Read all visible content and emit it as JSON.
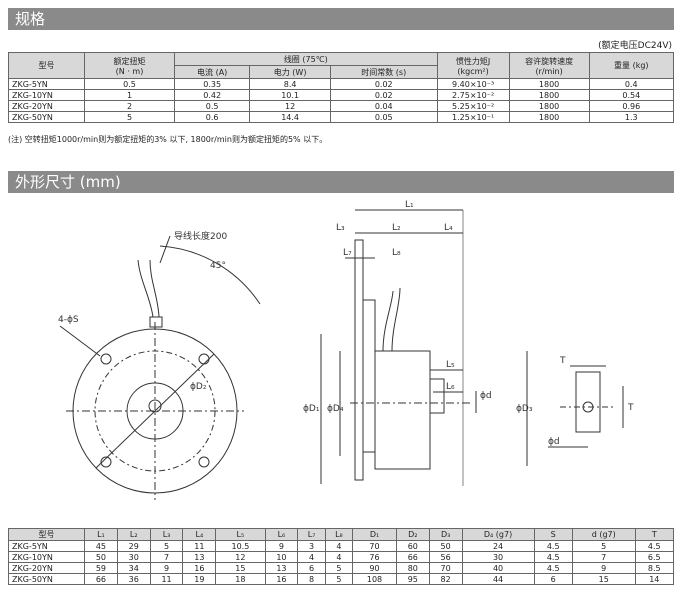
{
  "spec_section": {
    "title": "规格",
    "voltage_note": "(额定电压DC24V)",
    "headers": {
      "model": "型号",
      "torque_1": "额定扭矩",
      "torque_2": "(N · m)",
      "coil": "线圈 (75℃)",
      "current": "电流 (A)",
      "power": "电力 (W)",
      "time_constant": "时间常数 (s)",
      "inertia_1": "惯性力矩J",
      "inertia_2": "(kgcm²)",
      "speed_1": "容许旋转速度",
      "speed_2": "(r/min)",
      "weight": "重量 (kg)"
    },
    "rows": [
      [
        "ZKG-5YN",
        "0.5",
        "0.35",
        "8.4",
        "0.02",
        "9.40×10⁻³",
        "1800",
        "0.4"
      ],
      [
        "ZKG-10YN",
        "1",
        "0.42",
        "10.1",
        "0.02",
        "2.75×10⁻²",
        "1800",
        "0.54"
      ],
      [
        "ZKG-20YN",
        "2",
        "0.5",
        "12",
        "0.04",
        "5.25×10⁻²",
        "1800",
        "0.96"
      ],
      [
        "ZKG-50YN",
        "5",
        "0.6",
        "14.4",
        "0.05",
        "1.25×10⁻¹",
        "1800",
        "1.3"
      ]
    ],
    "note": "(注) 空转扭矩1000r/min则为额定扭矩的3% 以下, 1800r/min则为额定扭矩的5% 以下。"
  },
  "dimension_section": {
    "title": "外形尺寸 (mm)",
    "drawing_labels": {
      "lead_length": "导线长度200",
      "angle": "45°",
      "hole": "4-ϕS",
      "d2": "ϕD₂",
      "l1": "L₁",
      "l2": "L₂",
      "l3": "L₃",
      "l4": "L₄",
      "l5": "L₅",
      "l6": "L₆",
      "l7": "L₇",
      "l8": "L₈",
      "d1": "ϕD₁",
      "d3": "ϕD₃",
      "d4": "ϕD₄",
      "d": "ϕd",
      "t": "T"
    },
    "headers": [
      "型号",
      "L₁",
      "L₂",
      "L₃",
      "L₄",
      "L₅",
      "L₆",
      "L₇",
      "L₈",
      "D₁",
      "D₂",
      "D₃",
      "D₄ (g7)",
      "S",
      "d (g7)",
      "T"
    ],
    "rows": [
      [
        "ZKG-5YN",
        "45",
        "29",
        "5",
        "11",
        "10.5",
        "9",
        "3",
        "4",
        "70",
        "60",
        "50",
        "24",
        "4.5",
        "5",
        "4.5"
      ],
      [
        "ZKG-10YN",
        "50",
        "30",
        "7",
        "13",
        "12",
        "10",
        "4",
        "4",
        "76",
        "66",
        "56",
        "30",
        "4.5",
        "7",
        "6.5"
      ],
      [
        "ZKG-20YN",
        "59",
        "34",
        "9",
        "16",
        "15",
        "13",
        "6",
        "5",
        "90",
        "80",
        "70",
        "40",
        "4.5",
        "9",
        "8.5"
      ],
      [
        "ZKG-50YN",
        "66",
        "36",
        "11",
        "19",
        "18",
        "16",
        "8",
        "5",
        "108",
        "95",
        "82",
        "44",
        "6",
        "15",
        "14"
      ]
    ]
  }
}
